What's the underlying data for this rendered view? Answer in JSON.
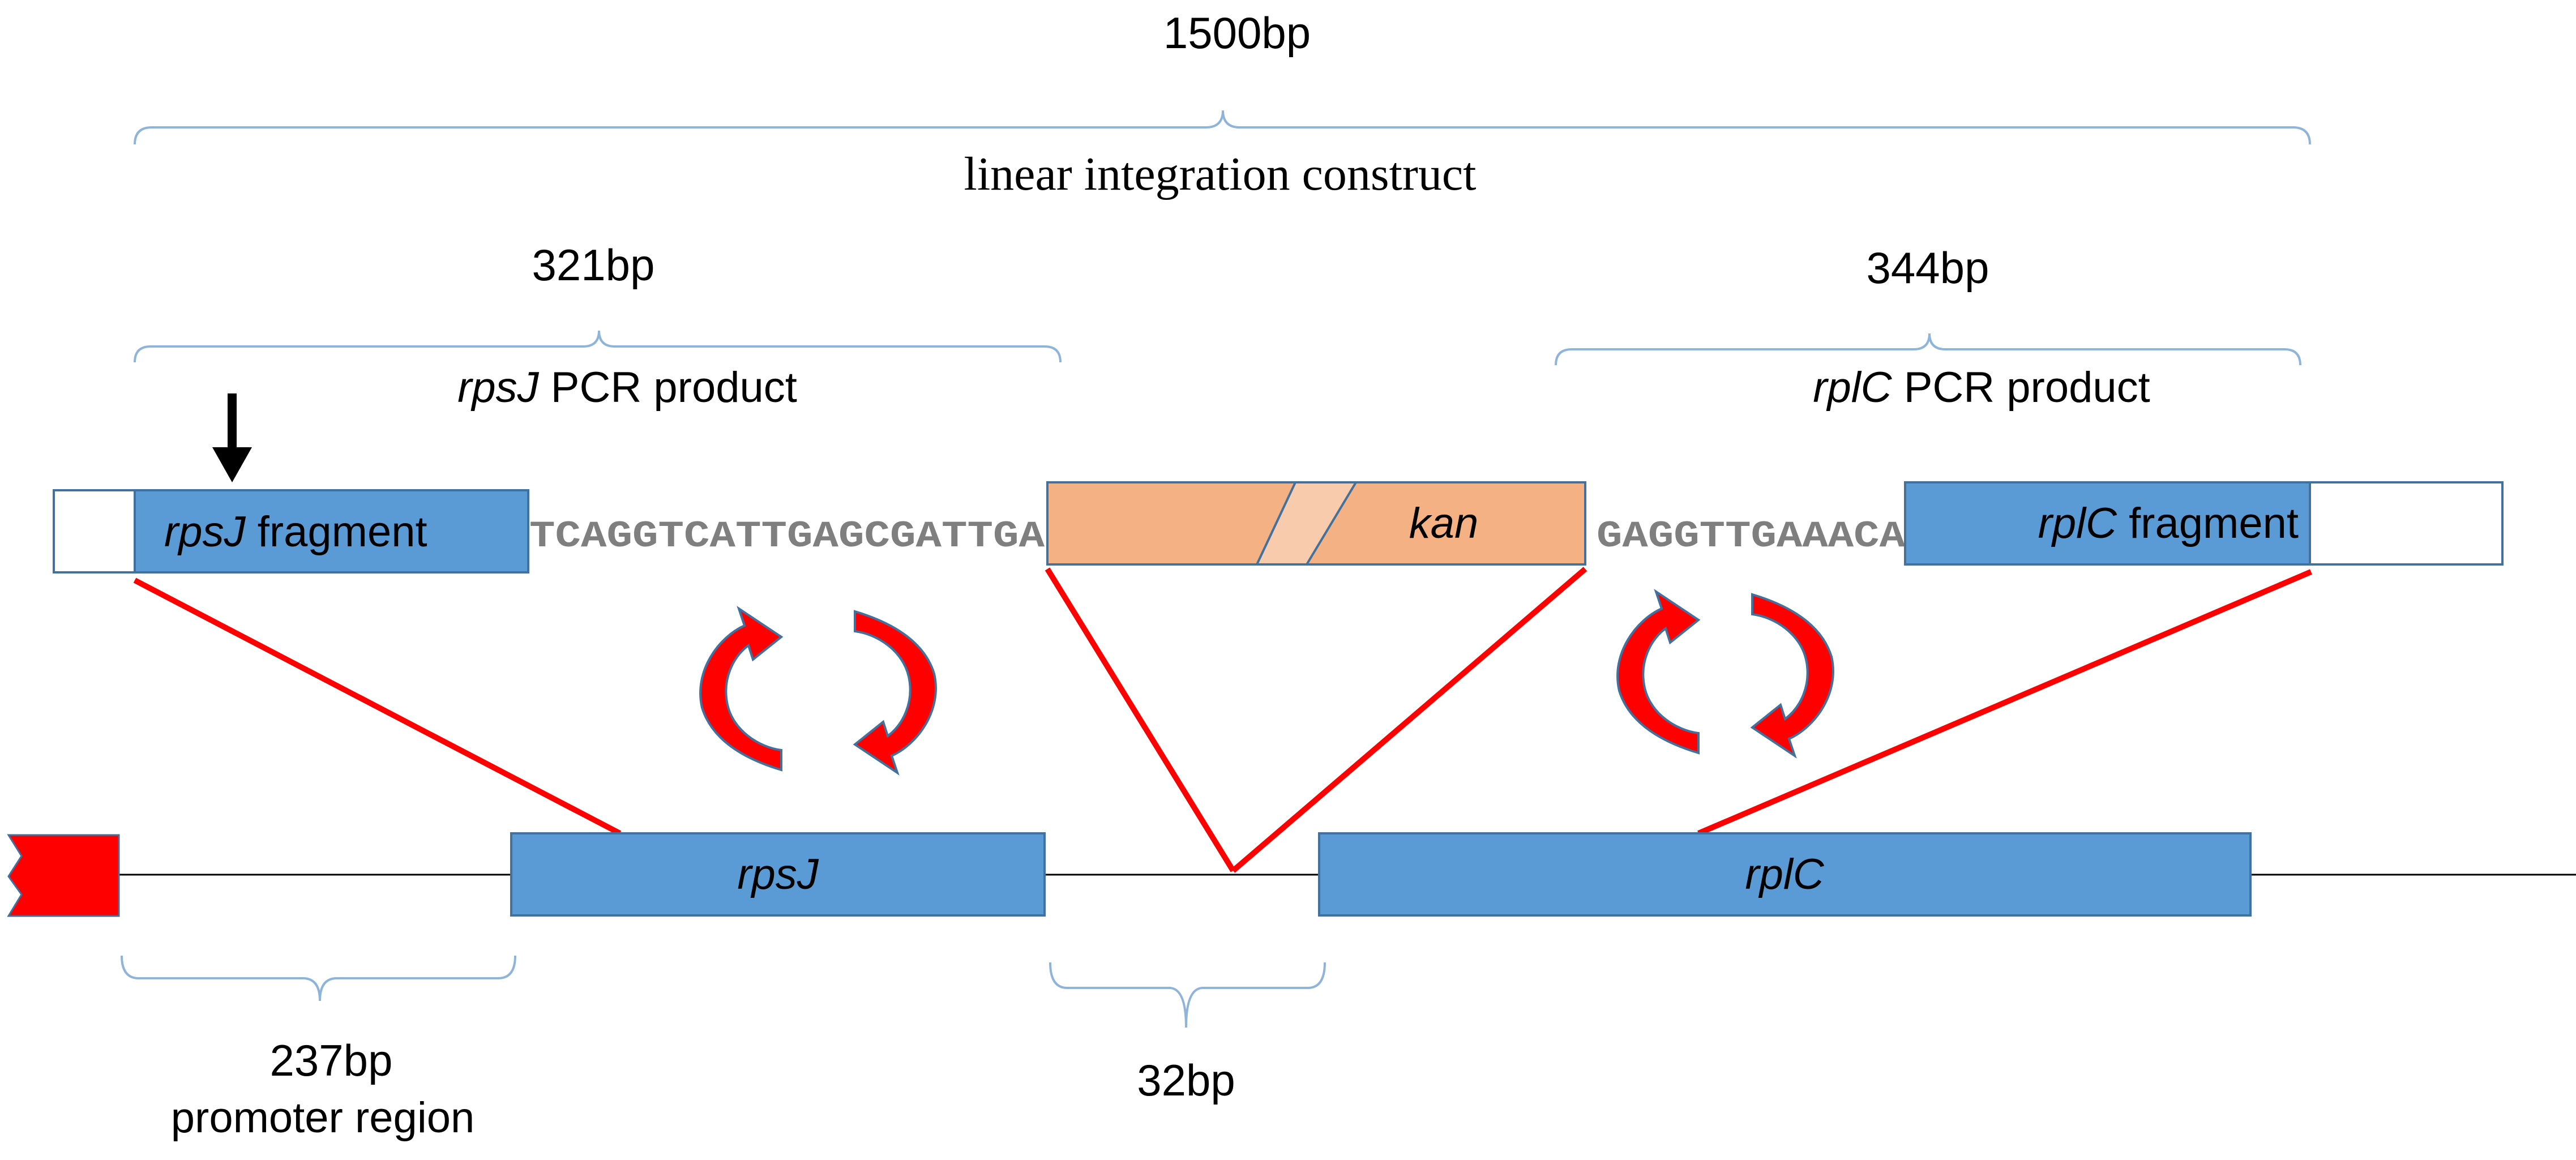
{
  "colors": {
    "gene_blue": "#5B9BD5",
    "gene_stroke": "#41719C",
    "kan_orange": "#F4B183",
    "kan_stripe": "#F8CBAD",
    "red": "#FF0000",
    "brace": "#8FB4D9",
    "seq_gray": "#7F7F7F",
    "text": "#000000"
  },
  "construct": {
    "size": "1500bp",
    "label": "linear integration construct"
  },
  "rpsj_pcr": {
    "size": "321bp",
    "gene": "rpsJ",
    "suffix": " PCR product"
  },
  "rplc_pcr": {
    "size": "344bp",
    "gene": "rplC",
    "suffix": " PCR product"
  },
  "fragments": {
    "rpsj_gene": "rpsJ",
    "rpsj_suffix": " fragment",
    "seq1": "TCAGGTCATTGAGCGATTGA",
    "kan": "kan",
    "seq2": "GAGGTTGAAACA",
    "rplc_gene": "rplC",
    "rplc_suffix": " fragment"
  },
  "genome": {
    "rpsj": "rpsJ",
    "rplc": "rplC"
  },
  "promoter": {
    "size": "237bp",
    "label": "promoter region"
  },
  "intergenic": {
    "size": "32bp"
  }
}
